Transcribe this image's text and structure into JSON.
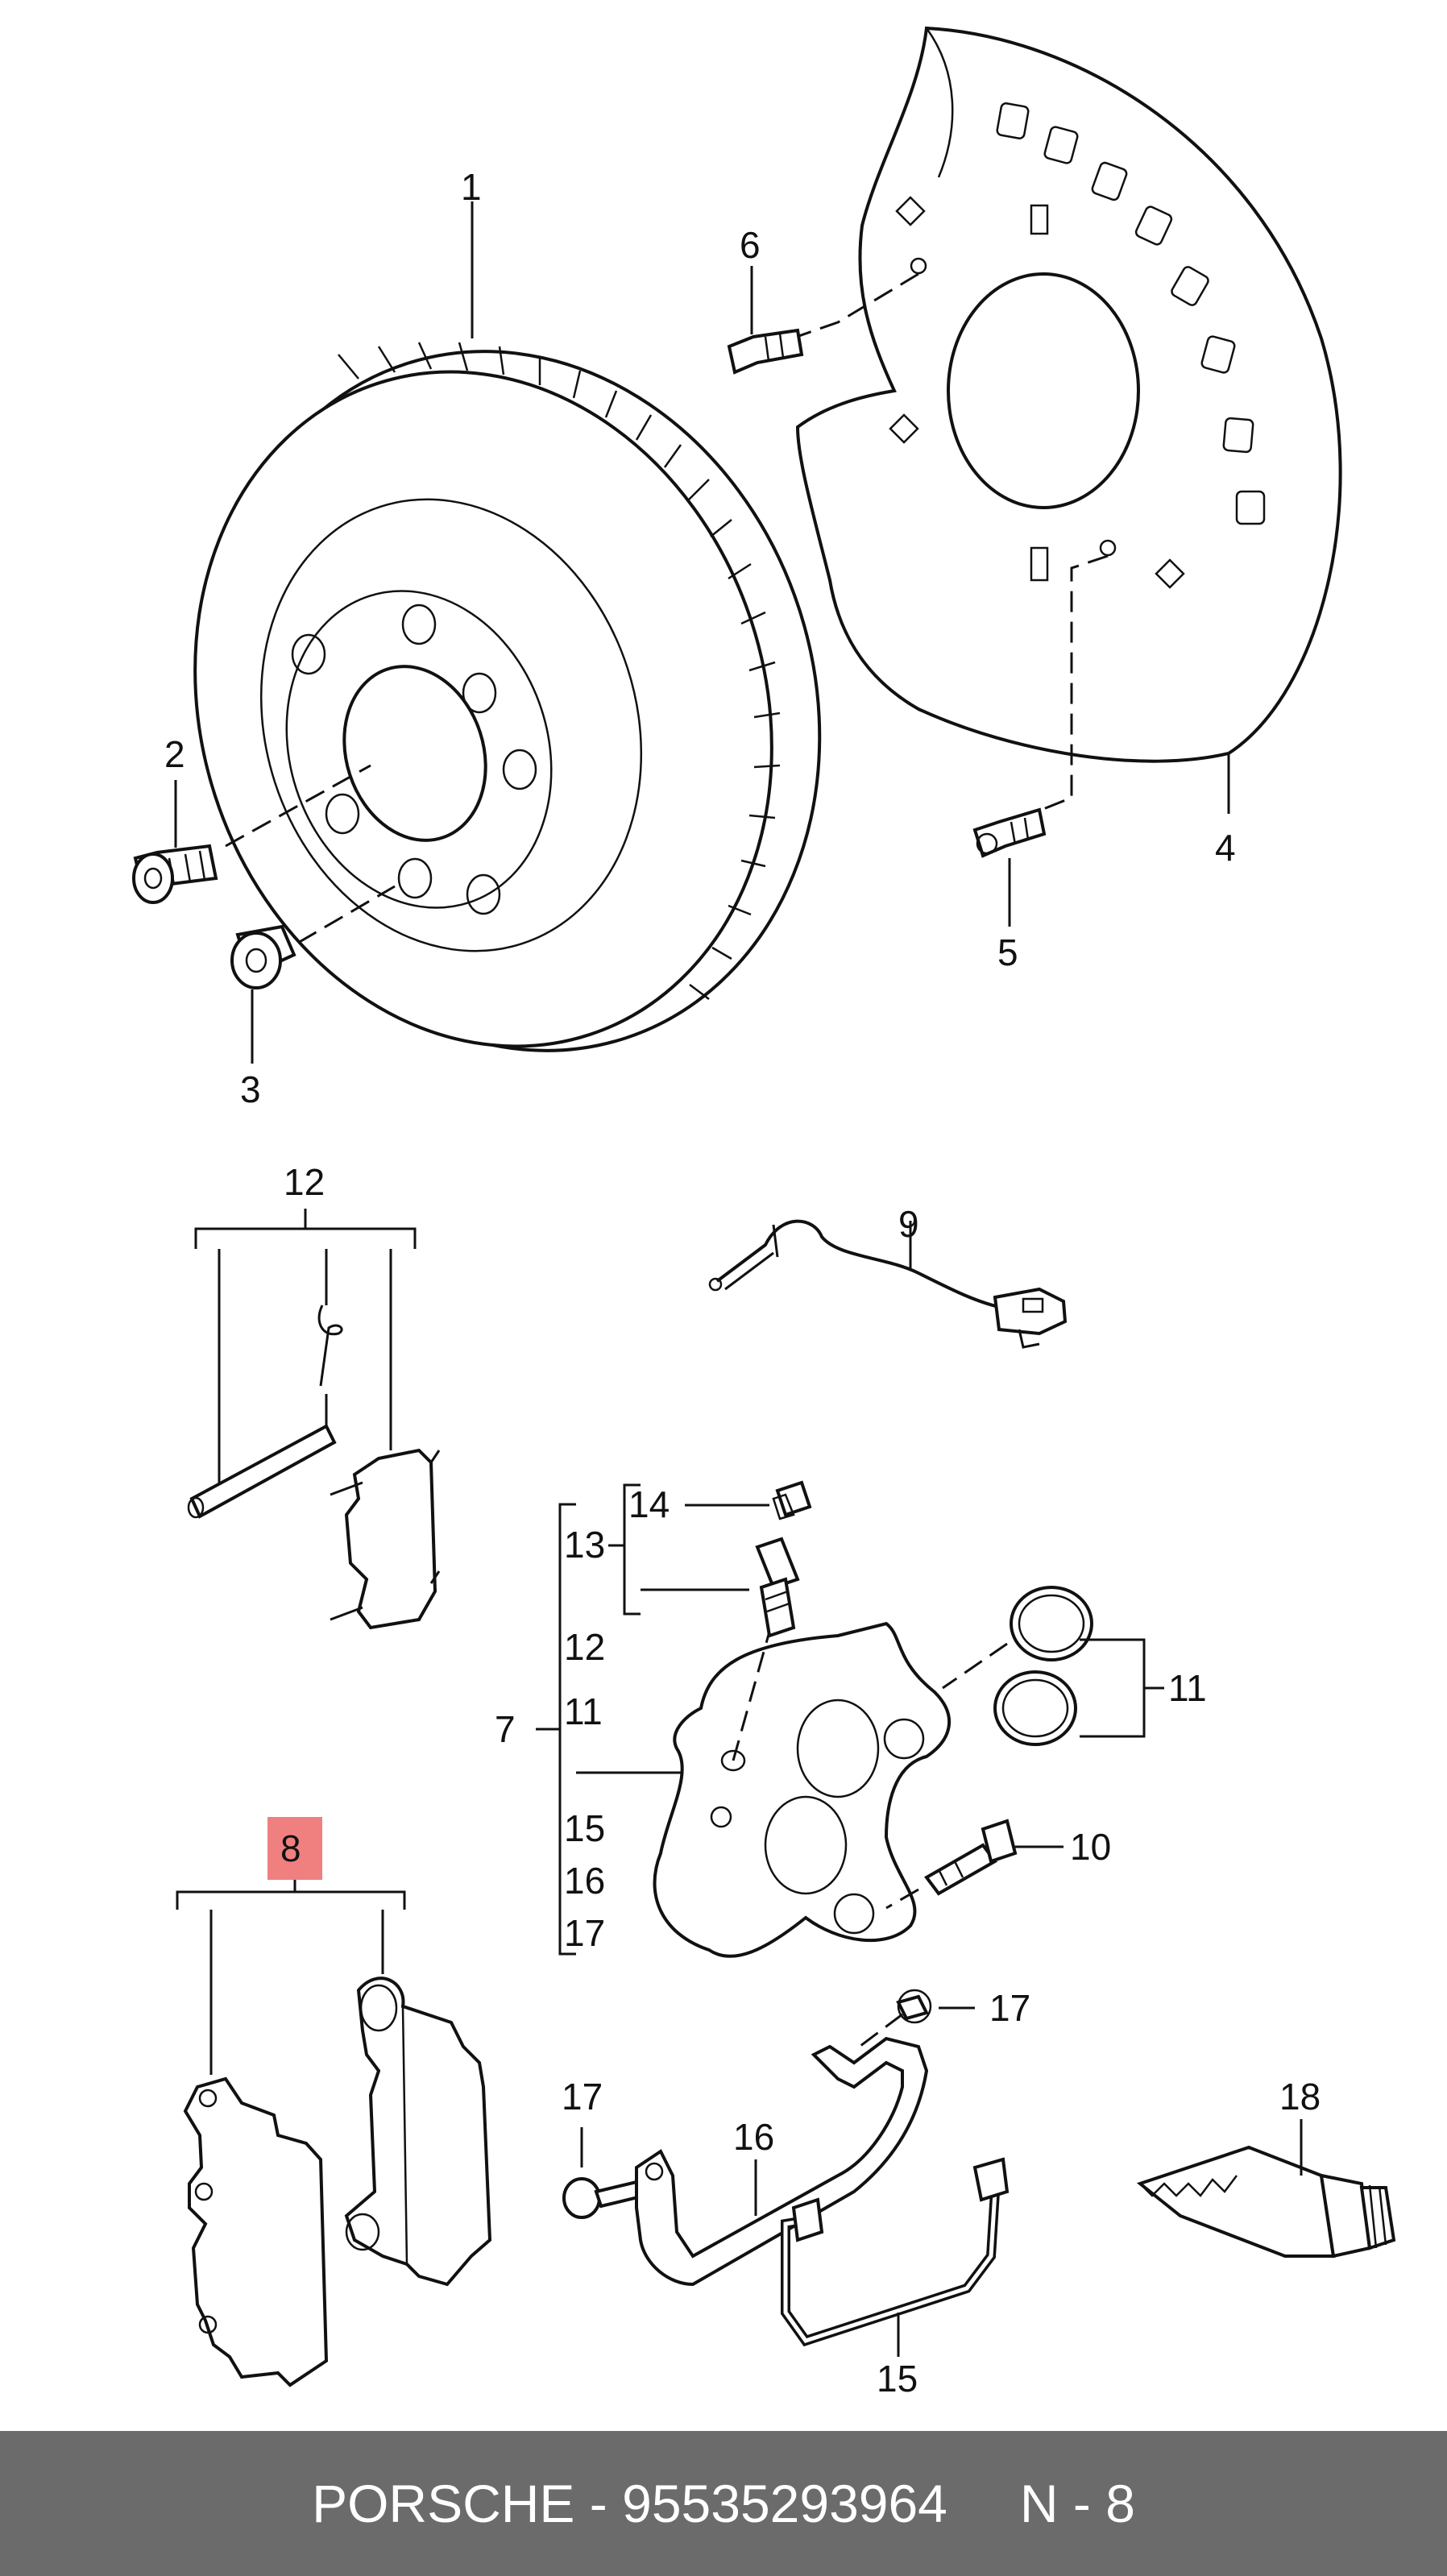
{
  "callouts": {
    "c1": "1",
    "c2": "2",
    "c3": "3",
    "c4": "4",
    "c5": "5",
    "c6": "6",
    "c7": "7",
    "c8": "8",
    "c9": "9",
    "c10": "10",
    "c11": "11",
    "c11b": "11",
    "c12": "12",
    "c12b": "12",
    "c13": "13",
    "c14": "14",
    "c15": "15",
    "c15b": "15",
    "c16": "16",
    "c16b": "16",
    "c17": "17",
    "c17b": "17",
    "c17c": "17",
    "c18": "18"
  },
  "highlight_color": "#f08080",
  "footer": {
    "brand": "PORSCHE",
    "separator": "-",
    "part_number": "95535293964",
    "page_label": "N - 8"
  }
}
